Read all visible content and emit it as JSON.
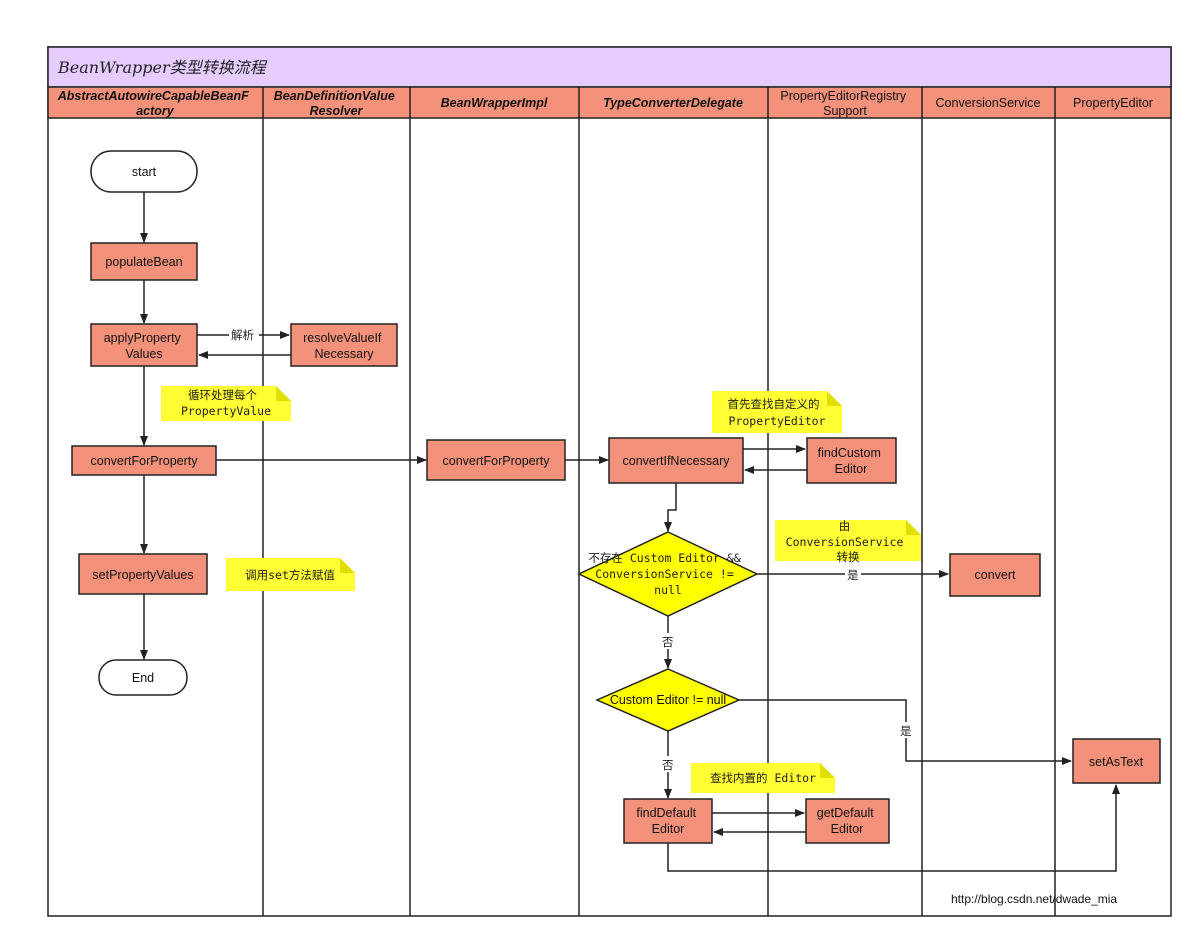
{
  "diagram": {
    "title": "BeanWrapper类型转换流程",
    "lanes": [
      {
        "id": "l0",
        "lines": [
          "AbstractAutowireCapableBeanF",
          "actory"
        ],
        "style": "bold-italic"
      },
      {
        "id": "l1",
        "lines": [
          "BeanDefinitionValue",
          "Resolver"
        ],
        "style": "bold-italic"
      },
      {
        "id": "l2",
        "lines": [
          "BeanWrapperImpl"
        ],
        "style": "bold-italic"
      },
      {
        "id": "l3",
        "lines": [
          "TypeConverterDelegate"
        ],
        "style": "bold-italic"
      },
      {
        "id": "l4",
        "lines": [
          "PropertyEditorRegistry",
          "Support"
        ],
        "style": "normal"
      },
      {
        "id": "l5",
        "lines": [
          "ConversionService"
        ],
        "style": "normal"
      },
      {
        "id": "l6",
        "lines": [
          "PropertyEditor"
        ],
        "style": "normal"
      }
    ],
    "nodes": [
      {
        "id": "start",
        "shape": "terminal",
        "lines": [
          "start"
        ]
      },
      {
        "id": "populateBean",
        "shape": "process",
        "lines": [
          "populateBean"
        ]
      },
      {
        "id": "applyPropertyValues",
        "shape": "process",
        "lines": [
          "applyProperty",
          "Values"
        ]
      },
      {
        "id": "resolveValueIfNecessary",
        "shape": "process",
        "lines": [
          "resolveValueIf",
          "Necessary"
        ]
      },
      {
        "id": "convertForProperty1",
        "shape": "process",
        "lines": [
          "convertForProperty"
        ]
      },
      {
        "id": "setPropertyValues",
        "shape": "process",
        "lines": [
          "setPropertyValues"
        ]
      },
      {
        "id": "end",
        "shape": "terminal",
        "lines": [
          "End"
        ]
      },
      {
        "id": "convertForProperty2",
        "shape": "process",
        "lines": [
          "convertForProperty"
        ]
      },
      {
        "id": "convertIfNecessary",
        "shape": "process",
        "lines": [
          "convertIfNecessary"
        ]
      },
      {
        "id": "findCustomEditor",
        "shape": "process",
        "lines": [
          "findCustom",
          "Editor"
        ]
      },
      {
        "id": "decision1",
        "shape": "decision",
        "lines": [
          "不存在 Custom Editor &&",
          "ConversionService !=",
          "null"
        ]
      },
      {
        "id": "convert",
        "shape": "process",
        "lines": [
          "convert"
        ]
      },
      {
        "id": "decision2",
        "shape": "decision",
        "lines": [
          "Custom Editor != null"
        ]
      },
      {
        "id": "setAsText",
        "shape": "process",
        "lines": [
          "setAsText"
        ]
      },
      {
        "id": "findDefaultEditor",
        "shape": "process",
        "lines": [
          "findDefault",
          "Editor"
        ]
      },
      {
        "id": "getDefaultEditor",
        "shape": "process",
        "lines": [
          "getDefault",
          "Editor"
        ]
      }
    ],
    "notes": [
      {
        "id": "note-loop",
        "lines": [
          "循环处理每个",
          "PropertyValue"
        ]
      },
      {
        "id": "note-set",
        "lines": [
          "调用set方法赋值"
        ]
      },
      {
        "id": "note-custom",
        "lines": [
          "首先查找自定义的",
          "PropertyEditor"
        ]
      },
      {
        "id": "note-cs",
        "lines": [
          "由",
          "ConversionService",
          "转换"
        ]
      },
      {
        "id": "note-builtin",
        "lines": [
          "查找内置的 Editor"
        ]
      }
    ],
    "edges": [
      {
        "id": "e1",
        "from": "start",
        "to": "populateBean",
        "label": ""
      },
      {
        "id": "e2",
        "from": "populateBean",
        "to": "applyPropertyValues",
        "label": ""
      },
      {
        "id": "e3",
        "from": "applyPropertyValues",
        "to": "resolveValueIfNecessary",
        "label": "解析"
      },
      {
        "id": "e4",
        "from": "resolveValueIfNecessary",
        "to": "applyPropertyValues",
        "label": ""
      },
      {
        "id": "e5",
        "from": "applyPropertyValues",
        "to": "convertForProperty1",
        "label": ""
      },
      {
        "id": "e6",
        "from": "convertForProperty1",
        "to": "convertForProperty2",
        "label": ""
      },
      {
        "id": "e7",
        "from": "convertForProperty1",
        "to": "setPropertyValues",
        "label": ""
      },
      {
        "id": "e8",
        "from": "setPropertyValues",
        "to": "end",
        "label": ""
      },
      {
        "id": "e9",
        "from": "convertForProperty2",
        "to": "convertIfNecessary",
        "label": ""
      },
      {
        "id": "e10",
        "from": "convertIfNecessary",
        "to": "findCustomEditor",
        "label": ""
      },
      {
        "id": "e11",
        "from": "findCustomEditor",
        "to": "convertIfNecessary",
        "label": ""
      },
      {
        "id": "e12",
        "from": "convertIfNecessary",
        "to": "decision1",
        "label": ""
      },
      {
        "id": "e13",
        "from": "decision1",
        "to": "convert",
        "label": "是"
      },
      {
        "id": "e14",
        "from": "decision1",
        "to": "decision2",
        "label": "否"
      },
      {
        "id": "e15",
        "from": "decision2",
        "to": "setAsText",
        "label": "是"
      },
      {
        "id": "e16",
        "from": "decision2",
        "to": "findDefaultEditor",
        "label": "否"
      },
      {
        "id": "e17",
        "from": "findDefaultEditor",
        "to": "getDefaultEditor",
        "label": ""
      },
      {
        "id": "e18",
        "from": "getDefaultEditor",
        "to": "findDefaultEditor",
        "label": ""
      },
      {
        "id": "e19",
        "from": "findDefaultEditor",
        "to": "setAsText",
        "label": ""
      }
    ],
    "watermark": "http://blog.csdn.net/dwade_mia",
    "colors": {
      "title_bar": "#e6ccff",
      "lane_header": "#f4917a",
      "process_fill": "#f4917a",
      "decision_fill": "#ffff00",
      "note_fill": "#ffff33",
      "note_fold": "#e0e000",
      "terminal_fill": "#ffffff",
      "stroke": "#222222"
    }
  }
}
